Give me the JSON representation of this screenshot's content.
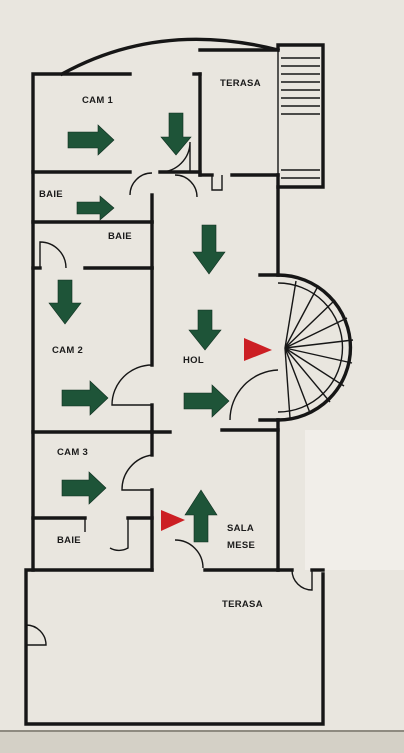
{
  "rooms": {
    "cam1": "CAM 1",
    "baie_top": "BAIE",
    "baie_mid": "BAIE",
    "cam2": "CAM 2",
    "hol": "HOL",
    "cam3": "CAM 3",
    "baie_bottom": "BAIE",
    "sala_line1": "SALA",
    "sala_line2": "MESE",
    "terasa_top": "TERASA",
    "terasa_bottom": "TERASA"
  },
  "colors": {
    "arrow": "#1e5438",
    "marker": "#cc1f24",
    "wall": "#161616",
    "background": "#e9e6df"
  },
  "arrows": [
    {
      "id": "cam1-right",
      "direction": "right"
    },
    {
      "id": "cam1-down",
      "direction": "down"
    },
    {
      "id": "baie-top-right",
      "direction": "right"
    },
    {
      "id": "corridor-down",
      "direction": "down"
    },
    {
      "id": "cam2-down",
      "direction": "down"
    },
    {
      "id": "hol-down",
      "direction": "down"
    },
    {
      "id": "cam2-right",
      "direction": "right"
    },
    {
      "id": "hol-right",
      "direction": "right"
    },
    {
      "id": "cam3-right",
      "direction": "right"
    },
    {
      "id": "sala-up",
      "direction": "up"
    }
  ],
  "markers": [
    {
      "id": "you-are-here-stairs",
      "direction": "right"
    },
    {
      "id": "you-are-here-sala",
      "direction": "right"
    }
  ]
}
